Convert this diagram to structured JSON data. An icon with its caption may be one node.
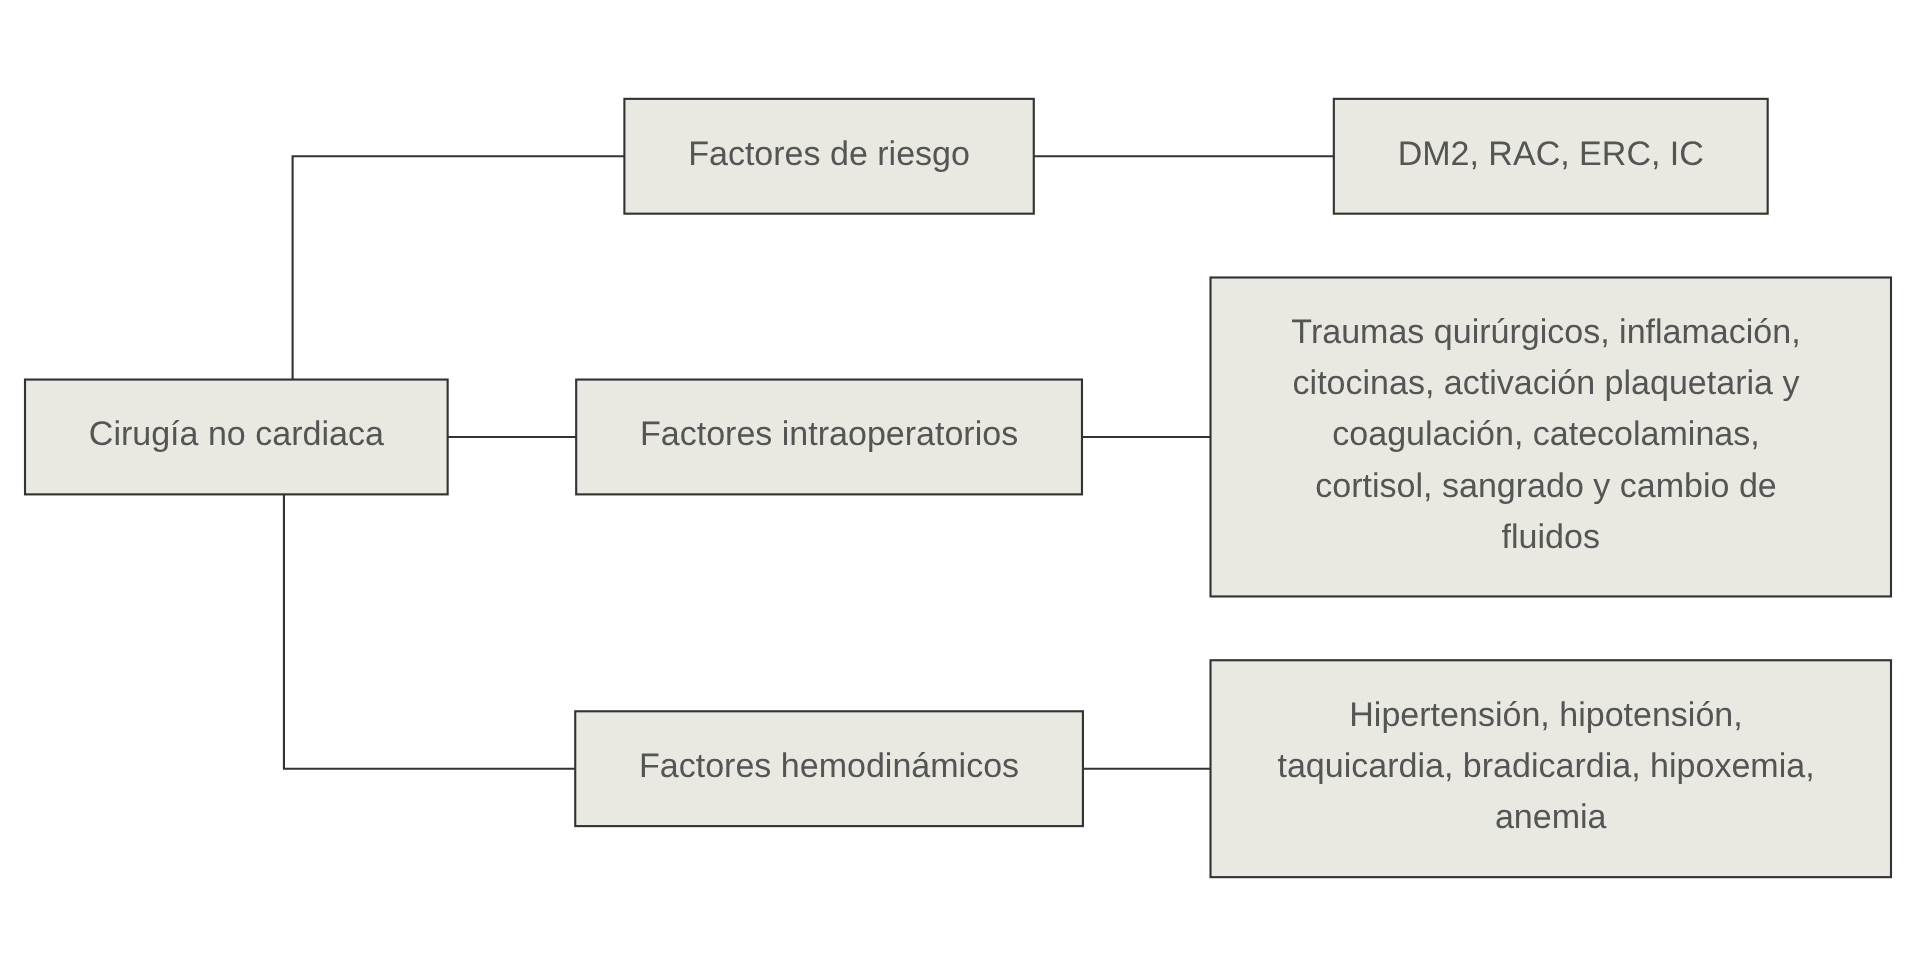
{
  "diagram": {
    "nodes": [
      {
        "text": [
          "Cirugía no cardiaca"
        ]
      },
      {
        "text": [
          "Factores de riesgo"
        ]
      },
      {
        "text": [
          "Factores intraoperatorios"
        ]
      },
      {
        "text": [
          "Factores hemodinámicos"
        ]
      },
      {
        "text": [
          "DM2, RAC, ERC, IC"
        ]
      },
      {
        "text": [
          "Traumas quirúrgicos, inflamación, citocinas, activación plaquetaria y coagulación, catecolaminas, cortisol, sangrado y cambio de fluidos"
        ]
      },
      {
        "text": [
          "Hipertensión, hipotensión, taquicardia, bradicardia, hipoxemia, anemia"
        ]
      }
    ],
    "edges": [
      {
        "from": 0,
        "to": 1,
        "arrow": "none"
      },
      {
        "from": 0,
        "to": 2,
        "arrow": "none"
      },
      {
        "from": 0,
        "to": 3,
        "arrow": "none"
      },
      {
        "from": 1,
        "to": 4,
        "arrow": "none"
      },
      {
        "from": 2,
        "to": 5,
        "arrow": "none"
      },
      {
        "from": 3,
        "to": 6,
        "arrow": "none"
      }
    ]
  }
}
